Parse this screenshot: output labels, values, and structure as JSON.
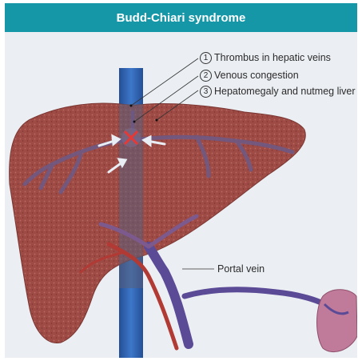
{
  "title": "Budd-Chiari syndrome",
  "labels": [
    {
      "number": "1",
      "text": "Thrombus in hepatic veins"
    },
    {
      "number": "2",
      "text": "Venous congestion"
    },
    {
      "number": "3",
      "text": "Hepatomegaly and nutmeg liver"
    }
  ],
  "portal_label": "Portal vein",
  "colors": {
    "header": "#1597a7",
    "background": "#ebeef2",
    "liver": "#9e4a45",
    "ivc": "#2f63b2",
    "portal_vein": "#5b4a96",
    "artery": "#b23a34",
    "spleen": "#c07b9a",
    "thrombus_mark": "#e53935"
  }
}
